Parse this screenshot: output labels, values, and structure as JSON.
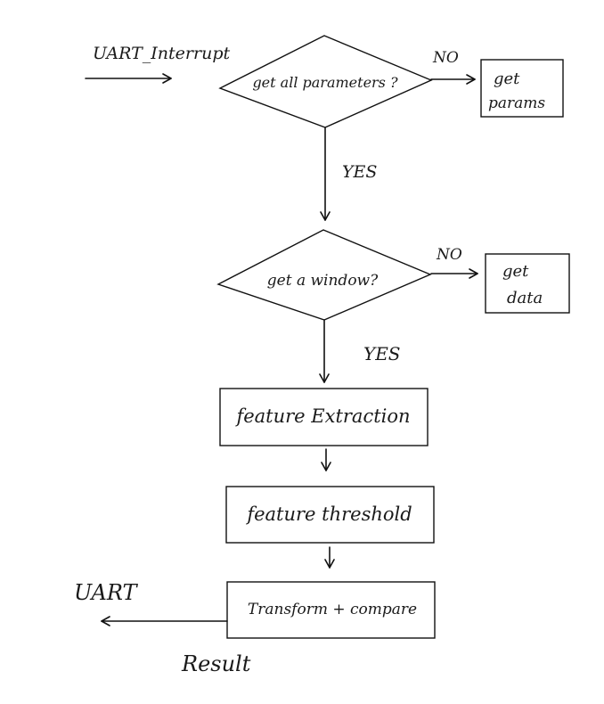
{
  "colors": {
    "ink": "#111111",
    "background": "#ffffff"
  },
  "diagram": {
    "trigger": "UART_Interrupt",
    "decision_params": "get all parameters ?",
    "decision_params_no": "NO",
    "decision_params_yes": "YES",
    "get_params_line1": "get",
    "get_params_line2": "params",
    "decision_window": "get a window?",
    "decision_window_no": "NO",
    "decision_window_yes": "YES",
    "get_data_line1": "get",
    "get_data_line2": "data",
    "feature_extraction": "feature Extraction",
    "feature_threshold": "feature threshold",
    "transform_compare": "Transform + compare",
    "output_label": "UART",
    "output_result": "Result"
  }
}
